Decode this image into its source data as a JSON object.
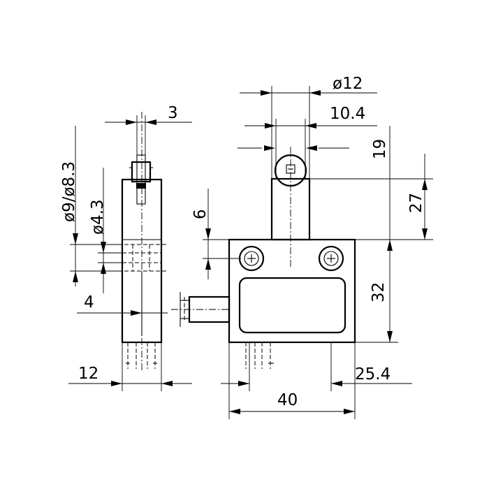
{
  "drawing": {
    "side_view": {
      "width_dim": "12",
      "plunger_dim": "3",
      "bushing_dim": "ø9/ø8.3",
      "hole_dim": "ø4.3",
      "offset_dim": "4"
    },
    "front_view": {
      "roller_dim": "ø12",
      "plunger_dim": "10.4",
      "stroke_dim": "19",
      "actuator_height_dim": "27",
      "hole_offset_dim": "6",
      "body_height_dim": "32",
      "width_dim": "40",
      "mount_dim": "25.4"
    }
  }
}
